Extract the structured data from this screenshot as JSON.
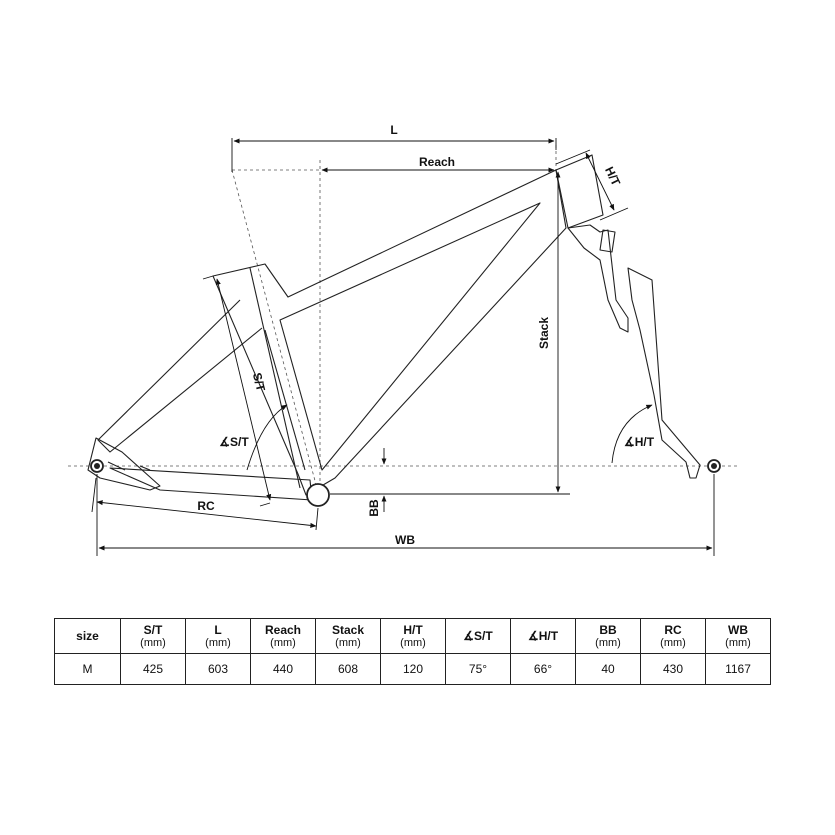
{
  "diagram": {
    "labels": {
      "L": "L",
      "reach": "Reach",
      "ht": "H/T",
      "stack": "Stack",
      "st": "S/T",
      "st_angle": "∡S/T",
      "ht_angle": "∡H/T",
      "rc": "RC",
      "bb": "BB",
      "wb": "WB"
    }
  },
  "table": {
    "headers": [
      {
        "main": "size",
        "unit": ""
      },
      {
        "main": "S/T",
        "unit": "(mm)"
      },
      {
        "main": "L",
        "unit": "(mm)"
      },
      {
        "main": "Reach",
        "unit": "(mm)"
      },
      {
        "main": "Stack",
        "unit": "(mm)"
      },
      {
        "main": "H/T",
        "unit": "(mm)"
      },
      {
        "main": "∡S/T",
        "unit": ""
      },
      {
        "main": "∡H/T",
        "unit": ""
      },
      {
        "main": "BB",
        "unit": "(mm)"
      },
      {
        "main": "RC",
        "unit": "(mm)"
      },
      {
        "main": "WB",
        "unit": "(mm)"
      }
    ],
    "rows": [
      [
        "M",
        "425",
        "603",
        "440",
        "608",
        "120",
        "75°",
        "66°",
        "40",
        "430",
        "1167"
      ]
    ]
  }
}
